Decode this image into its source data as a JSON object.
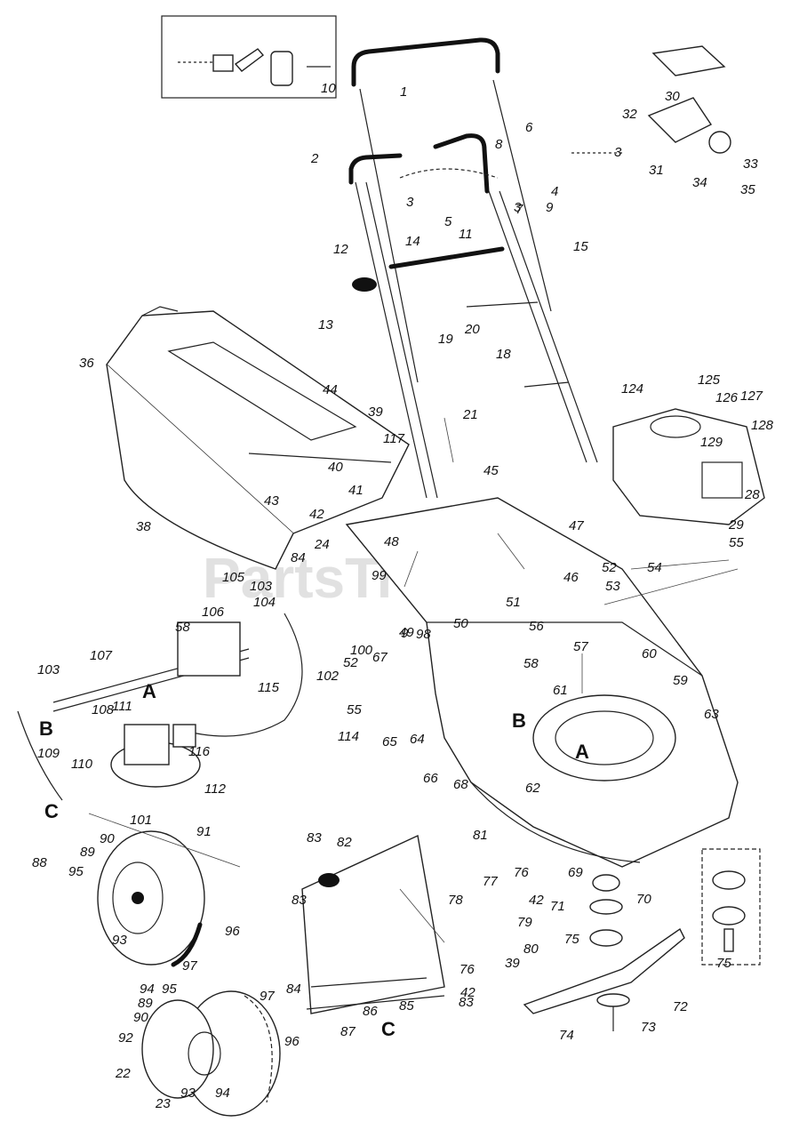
{
  "watermark": "PartsTree",
  "part_labels": [
    "1",
    "2",
    "3",
    "3",
    "3",
    "4",
    "5",
    "6",
    "7",
    "8",
    "9",
    "9",
    "10",
    "11",
    "12",
    "13",
    "14",
    "15",
    "18",
    "19",
    "20",
    "21",
    "22",
    "23",
    "24",
    "28",
    "29",
    "30",
    "31",
    "32",
    "33",
    "34",
    "35",
    "36",
    "38",
    "39",
    "39",
    "40",
    "41",
    "42",
    "42",
    "42",
    "43",
    "44",
    "45",
    "46",
    "47",
    "48",
    "49",
    "50",
    "51",
    "52",
    "52",
    "53",
    "54",
    "55",
    "55",
    "56",
    "57",
    "58",
    "58",
    "59",
    "60",
    "61",
    "62",
    "63",
    "64",
    "65",
    "66",
    "67",
    "68",
    "69",
    "70",
    "71",
    "72",
    "73",
    "74",
    "75",
    "75",
    "76",
    "76",
    "77",
    "78",
    "79",
    "80",
    "81",
    "82",
    "83",
    "83",
    "83",
    "84",
    "84",
    "85",
    "86",
    "87",
    "88",
    "89",
    "89",
    "90",
    "90",
    "91",
    "92",
    "93",
    "93",
    "94",
    "94",
    "95",
    "95",
    "96",
    "96",
    "97",
    "97",
    "98",
    "99",
    "100",
    "101",
    "102",
    "103",
    "103",
    "104",
    "105",
    "106",
    "107",
    "108",
    "109",
    "110",
    "111",
    "112",
    "114",
    "115",
    "116",
    "117",
    "124",
    "125",
    "126",
    "127",
    "128",
    "129"
  ],
  "reference_letters": [
    "A",
    "A",
    "A",
    "B",
    "B",
    "B",
    "C",
    "C",
    "C"
  ]
}
